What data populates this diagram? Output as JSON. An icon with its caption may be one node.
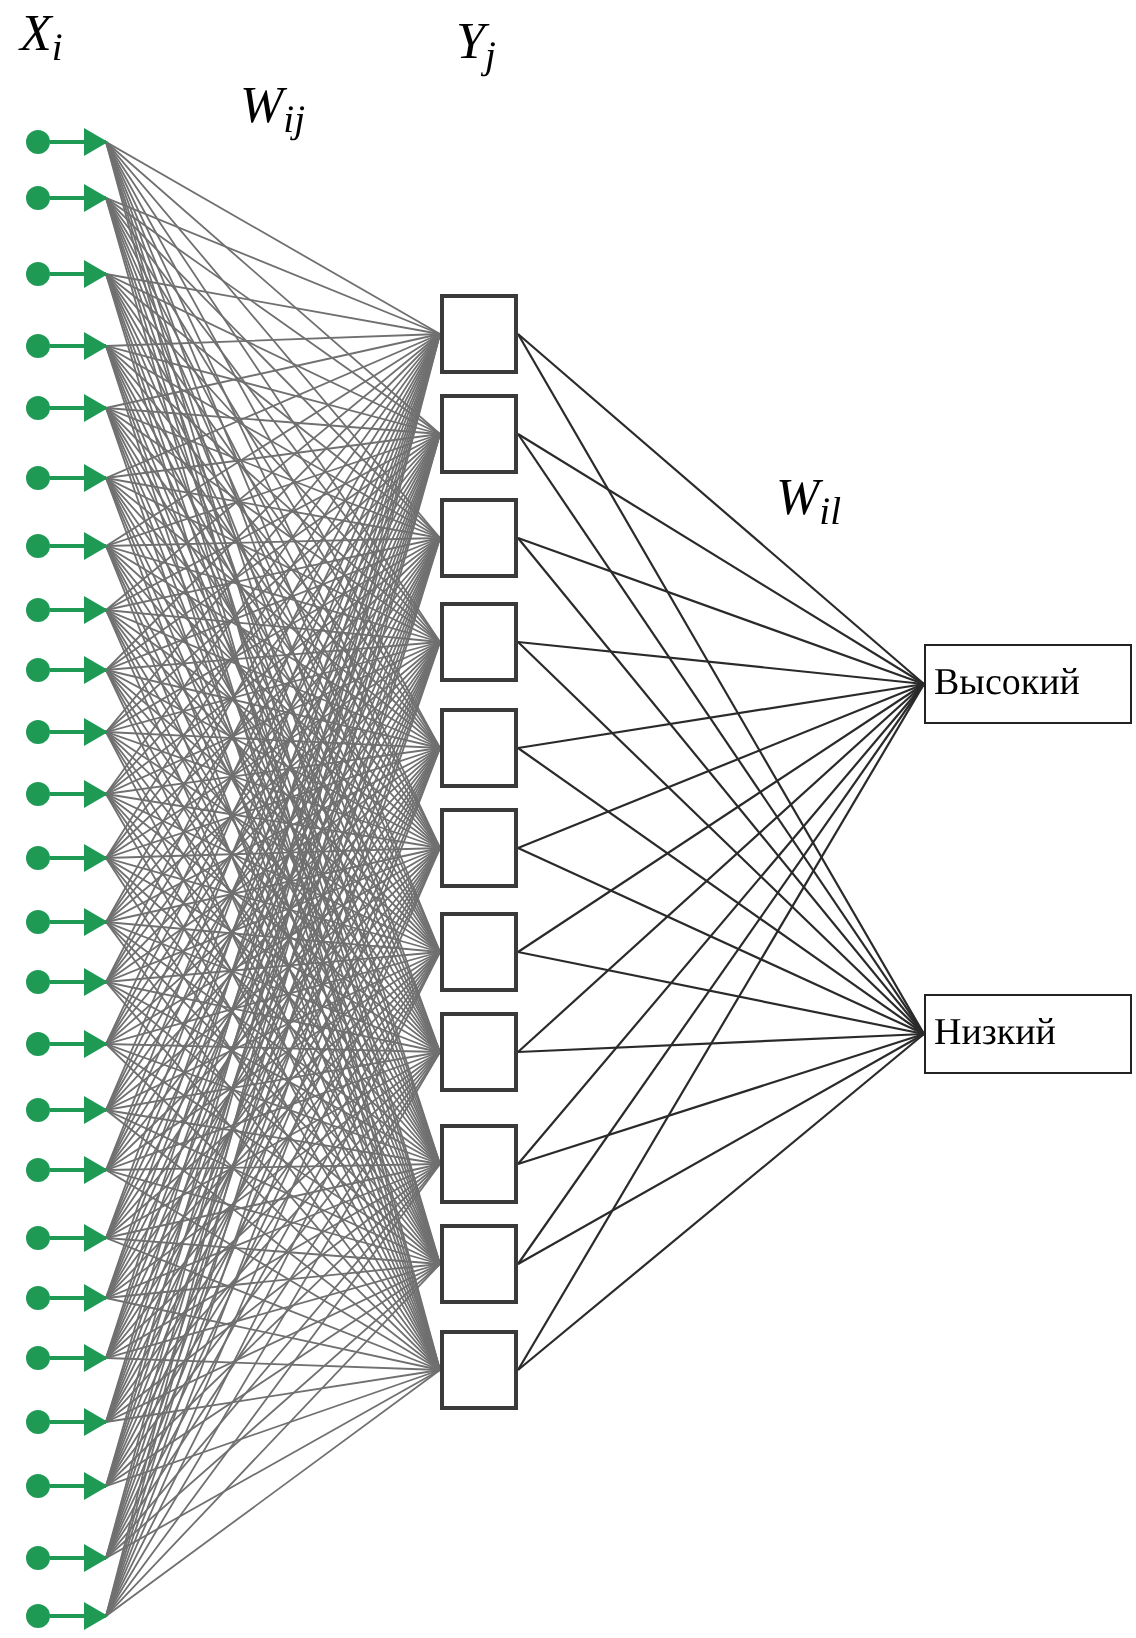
{
  "diagram": {
    "nodes": [
      {
        "text": [],
        "shape": "circle"
      },
      {
        "text": [],
        "shape": "circle"
      },
      {
        "text": [],
        "shape": "circle"
      },
      {
        "text": [],
        "shape": "circle"
      },
      {
        "text": [],
        "shape": "circle"
      },
      {
        "text": [],
        "shape": "circle"
      },
      {
        "text": [],
        "shape": "circle"
      },
      {
        "text": [],
        "shape": "circle"
      },
      {
        "text": [],
        "shape": "circle"
      },
      {
        "text": [],
        "shape": "circle"
      },
      {
        "text": [],
        "shape": "circle"
      },
      {
        "text": [],
        "shape": "circle"
      },
      {
        "text": [],
        "shape": "circle"
      },
      {
        "text": [],
        "shape": "circle"
      },
      {
        "text": [],
        "shape": "circle"
      },
      {
        "text": [],
        "shape": "circle"
      },
      {
        "text": [],
        "shape": "circle"
      },
      {
        "text": [],
        "shape": "circle"
      },
      {
        "text": [],
        "shape": "circle"
      },
      {
        "text": [],
        "shape": "circle"
      },
      {
        "text": [],
        "shape": "circle"
      },
      {
        "text": [],
        "shape": "circle"
      },
      {
        "text": [],
        "shape": "circle"
      },
      {
        "text": [],
        "shape": "circle"
      },
      {
        "text": [],
        "shape": "box"
      },
      {
        "text": [],
        "shape": "box"
      },
      {
        "text": [],
        "shape": "box"
      },
      {
        "text": [],
        "shape": "box"
      },
      {
        "text": [],
        "shape": "box"
      },
      {
        "text": [],
        "shape": "box"
      },
      {
        "text": [],
        "shape": "box"
      },
      {
        "text": [],
        "shape": "box"
      },
      {
        "text": [],
        "shape": "box"
      },
      {
        "text": [],
        "shape": "box"
      },
      {
        "text": [],
        "shape": "box"
      },
      {
        "text": [
          "Высокий"
        ]
      },
      {
        "text": [
          "Низкий"
        ]
      }
    ],
    "edges": [
      {
        "from": 0,
        "to": 24,
        "arrow": "none"
      },
      {
        "from": 0,
        "to": 25,
        "arrow": "none"
      },
      {
        "from": 0,
        "to": 26,
        "arrow": "none"
      },
      {
        "from": 0,
        "to": 27,
        "arrow": "none"
      },
      {
        "from": 0,
        "to": 28,
        "arrow": "none"
      },
      {
        "from": 0,
        "to": 29,
        "arrow": "none"
      },
      {
        "from": 0,
        "to": 30,
        "arrow": "none"
      },
      {
        "from": 0,
        "to": 31,
        "arrow": "none"
      },
      {
        "from": 0,
        "to": 32,
        "arrow": "none"
      },
      {
        "from": 0,
        "to": 33,
        "arrow": "none"
      },
      {
        "from": 0,
        "to": 34,
        "arrow": "none"
      },
      {
        "from": 1,
        "to": 24,
        "arrow": "none"
      },
      {
        "from": 1,
        "to": 25,
        "arrow": "none"
      },
      {
        "from": 1,
        "to": 26,
        "arrow": "none"
      },
      {
        "from": 1,
        "to": 27,
        "arrow": "none"
      },
      {
        "from": 1,
        "to": 28,
        "arrow": "none"
      },
      {
        "from": 1,
        "to": 29,
        "arrow": "none"
      },
      {
        "from": 1,
        "to": 30,
        "arrow": "none"
      },
      {
        "from": 1,
        "to": 31,
        "arrow": "none"
      },
      {
        "from": 1,
        "to": 32,
        "arrow": "none"
      },
      {
        "from": 1,
        "to": 33,
        "arrow": "none"
      },
      {
        "from": 1,
        "to": 34,
        "arrow": "none"
      },
      {
        "from": 2,
        "to": 24,
        "arrow": "none"
      },
      {
        "from": 2,
        "to": 25,
        "arrow": "none"
      },
      {
        "from": 2,
        "to": 26,
        "arrow": "none"
      },
      {
        "from": 2,
        "to": 27,
        "arrow": "none"
      },
      {
        "from": 2,
        "to": 28,
        "arrow": "none"
      },
      {
        "from": 2,
        "to": 29,
        "arrow": "none"
      },
      {
        "from": 2,
        "to": 30,
        "arrow": "none"
      },
      {
        "from": 2,
        "to": 31,
        "arrow": "none"
      },
      {
        "from": 2,
        "to": 32,
        "arrow": "none"
      },
      {
        "from": 2,
        "to": 33,
        "arrow": "none"
      },
      {
        "from": 2,
        "to": 34,
        "arrow": "none"
      },
      {
        "from": 3,
        "to": 24,
        "arrow": "none"
      },
      {
        "from": 3,
        "to": 25,
        "arrow": "none"
      },
      {
        "from": 3,
        "to": 26,
        "arrow": "none"
      },
      {
        "from": 3,
        "to": 27,
        "arrow": "none"
      },
      {
        "from": 3,
        "to": 28,
        "arrow": "none"
      },
      {
        "from": 3,
        "to": 29,
        "arrow": "none"
      },
      {
        "from": 3,
        "to": 30,
        "arrow": "none"
      },
      {
        "from": 3,
        "to": 31,
        "arrow": "none"
      },
      {
        "from": 3,
        "to": 32,
        "arrow": "none"
      },
      {
        "from": 3,
        "to": 33,
        "arrow": "none"
      },
      {
        "from": 3,
        "to": 34,
        "arrow": "none"
      },
      {
        "from": 4,
        "to": 24,
        "arrow": "none"
      },
      {
        "from": 4,
        "to": 25,
        "arrow": "none"
      },
      {
        "from": 4,
        "to": 26,
        "arrow": "none"
      },
      {
        "from": 4,
        "to": 27,
        "arrow": "none"
      },
      {
        "from": 4,
        "to": 28,
        "arrow": "none"
      },
      {
        "from": 4,
        "to": 29,
        "arrow": "none"
      },
      {
        "from": 4,
        "to": 30,
        "arrow": "none"
      },
      {
        "from": 4,
        "to": 31,
        "arrow": "none"
      },
      {
        "from": 4,
        "to": 32,
        "arrow": "none"
      },
      {
        "from": 4,
        "to": 33,
        "arrow": "none"
      },
      {
        "from": 4,
        "to": 34,
        "arrow": "none"
      },
      {
        "from": 5,
        "to": 24,
        "arrow": "none"
      },
      {
        "from": 5,
        "to": 25,
        "arrow": "none"
      },
      {
        "from": 5,
        "to": 26,
        "arrow": "none"
      },
      {
        "from": 5,
        "to": 27,
        "arrow": "none"
      },
      {
        "from": 5,
        "to": 28,
        "arrow": "none"
      },
      {
        "from": 5,
        "to": 29,
        "arrow": "none"
      },
      {
        "from": 5,
        "to": 30,
        "arrow": "none"
      },
      {
        "from": 5,
        "to": 31,
        "arrow": "none"
      },
      {
        "from": 5,
        "to": 32,
        "arrow": "none"
      },
      {
        "from": 5,
        "to": 33,
        "arrow": "none"
      },
      {
        "from": 5,
        "to": 34,
        "arrow": "none"
      },
      {
        "from": 6,
        "to": 24,
        "arrow": "none"
      },
      {
        "from": 6,
        "to": 25,
        "arrow": "none"
      },
      {
        "from": 6,
        "to": 26,
        "arrow": "none"
      },
      {
        "from": 6,
        "to": 27,
        "arrow": "none"
      },
      {
        "from": 6,
        "to": 28,
        "arrow": "none"
      },
      {
        "from": 6,
        "to": 29,
        "arrow": "none"
      },
      {
        "from": 6,
        "to": 30,
        "arrow": "none"
      },
      {
        "from": 6,
        "to": 31,
        "arrow": "none"
      },
      {
        "from": 6,
        "to": 32,
        "arrow": "none"
      },
      {
        "from": 6,
        "to": 33,
        "arrow": "none"
      },
      {
        "from": 6,
        "to": 34,
        "arrow": "none"
      },
      {
        "from": 7,
        "to": 24,
        "arrow": "none"
      },
      {
        "from": 7,
        "to": 25,
        "arrow": "none"
      },
      {
        "from": 7,
        "to": 26,
        "arrow": "none"
      },
      {
        "from": 7,
        "to": 27,
        "arrow": "none"
      },
      {
        "from": 7,
        "to": 28,
        "arrow": "none"
      },
      {
        "from": 7,
        "to": 29,
        "arrow": "none"
      },
      {
        "from": 7,
        "to": 30,
        "arrow": "none"
      },
      {
        "from": 7,
        "to": 31,
        "arrow": "none"
      },
      {
        "from": 7,
        "to": 32,
        "arrow": "none"
      },
      {
        "from": 7,
        "to": 33,
        "arrow": "none"
      },
      {
        "from": 7,
        "to": 34,
        "arrow": "none"
      },
      {
        "from": 8,
        "to": 24,
        "arrow": "none"
      },
      {
        "from": 8,
        "to": 25,
        "arrow": "none"
      },
      {
        "from": 8,
        "to": 26,
        "arrow": "none"
      },
      {
        "from": 8,
        "to": 27,
        "arrow": "none"
      },
      {
        "from": 8,
        "to": 28,
        "arrow": "none"
      },
      {
        "from": 8,
        "to": 29,
        "arrow": "none"
      },
      {
        "from": 8,
        "to": 30,
        "arrow": "none"
      },
      {
        "from": 8,
        "to": 31,
        "arrow": "none"
      },
      {
        "from": 8,
        "to": 32,
        "arrow": "none"
      },
      {
        "from": 8,
        "to": 33,
        "arrow": "none"
      },
      {
        "from": 8,
        "to": 34,
        "arrow": "none"
      },
      {
        "from": 9,
        "to": 24,
        "arrow": "none"
      },
      {
        "from": 9,
        "to": 25,
        "arrow": "none"
      },
      {
        "from": 9,
        "to": 26,
        "arrow": "none"
      },
      {
        "from": 9,
        "to": 27,
        "arrow": "none"
      },
      {
        "from": 9,
        "to": 28,
        "arrow": "none"
      },
      {
        "from": 9,
        "to": 29,
        "arrow": "none"
      },
      {
        "from": 9,
        "to": 30,
        "arrow": "none"
      },
      {
        "from": 9,
        "to": 31,
        "arrow": "none"
      },
      {
        "from": 9,
        "to": 32,
        "arrow": "none"
      },
      {
        "from": 9,
        "to": 33,
        "arrow": "none"
      },
      {
        "from": 9,
        "to": 34,
        "arrow": "none"
      },
      {
        "from": 10,
        "to": 24,
        "arrow": "none"
      },
      {
        "from": 10,
        "to": 25,
        "arrow": "none"
      },
      {
        "from": 10,
        "to": 26,
        "arrow": "none"
      },
      {
        "from": 10,
        "to": 27,
        "arrow": "none"
      },
      {
        "from": 10,
        "to": 28,
        "arrow": "none"
      },
      {
        "from": 10,
        "to": 29,
        "arrow": "none"
      },
      {
        "from": 10,
        "to": 30,
        "arrow": "none"
      },
      {
        "from": 10,
        "to": 31,
        "arrow": "none"
      },
      {
        "from": 10,
        "to": 32,
        "arrow": "none"
      },
      {
        "from": 10,
        "to": 33,
        "arrow": "none"
      },
      {
        "from": 10,
        "to": 34,
        "arrow": "none"
      },
      {
        "from": 11,
        "to": 24,
        "arrow": "none"
      },
      {
        "from": 11,
        "to": 25,
        "arrow": "none"
      },
      {
        "from": 11,
        "to": 26,
        "arrow": "none"
      },
      {
        "from": 11,
        "to": 27,
        "arrow": "none"
      },
      {
        "from": 11,
        "to": 28,
        "arrow": "none"
      },
      {
        "from": 11,
        "to": 29,
        "arrow": "none"
      },
      {
        "from": 11,
        "to": 30,
        "arrow": "none"
      },
      {
        "from": 11,
        "to": 31,
        "arrow": "none"
      },
      {
        "from": 11,
        "to": 32,
        "arrow": "none"
      },
      {
        "from": 11,
        "to": 33,
        "arrow": "none"
      },
      {
        "from": 11,
        "to": 34,
        "arrow": "none"
      },
      {
        "from": 12,
        "to": 24,
        "arrow": "none"
      },
      {
        "from": 12,
        "to": 25,
        "arrow": "none"
      },
      {
        "from": 12,
        "to": 26,
        "arrow": "none"
      },
      {
        "from": 12,
        "to": 27,
        "arrow": "none"
      },
      {
        "from": 12,
        "to": 28,
        "arrow": "none"
      },
      {
        "from": 12,
        "to": 29,
        "arrow": "none"
      },
      {
        "from": 12,
        "to": 30,
        "arrow": "none"
      },
      {
        "from": 12,
        "to": 31,
        "arrow": "none"
      },
      {
        "from": 12,
        "to": 32,
        "arrow": "none"
      },
      {
        "from": 12,
        "to": 33,
        "arrow": "none"
      },
      {
        "from": 12,
        "to": 34,
        "arrow": "none"
      },
      {
        "from": 13,
        "to": 24,
        "arrow": "none"
      },
      {
        "from": 13,
        "to": 25,
        "arrow": "none"
      },
      {
        "from": 13,
        "to": 26,
        "arrow": "none"
      },
      {
        "from": 13,
        "to": 27,
        "arrow": "none"
      },
      {
        "from": 13,
        "to": 28,
        "arrow": "none"
      },
      {
        "from": 13,
        "to": 29,
        "arrow": "none"
      },
      {
        "from": 13,
        "to": 30,
        "arrow": "none"
      },
      {
        "from": 13,
        "to": 31,
        "arrow": "none"
      },
      {
        "from": 13,
        "to": 32,
        "arrow": "none"
      },
      {
        "from": 13,
        "to": 33,
        "arrow": "none"
      },
      {
        "from": 13,
        "to": 34,
        "arrow": "none"
      },
      {
        "from": 14,
        "to": 24,
        "arrow": "none"
      },
      {
        "from": 14,
        "to": 25,
        "arrow": "none"
      },
      {
        "from": 14,
        "to": 26,
        "arrow": "none"
      },
      {
        "from": 14,
        "to": 27,
        "arrow": "none"
      },
      {
        "from": 14,
        "to": 28,
        "arrow": "none"
      },
      {
        "from": 14,
        "to": 29,
        "arrow": "none"
      },
      {
        "from": 14,
        "to": 30,
        "arrow": "none"
      },
      {
        "from": 14,
        "to": 31,
        "arrow": "none"
      },
      {
        "from": 14,
        "to": 32,
        "arrow": "none"
      },
      {
        "from": 14,
        "to": 33,
        "arrow": "none"
      },
      {
        "from": 14,
        "to": 34,
        "arrow": "none"
      },
      {
        "from": 15,
        "to": 24,
        "arrow": "none"
      },
      {
        "from": 15,
        "to": 25,
        "arrow": "none"
      },
      {
        "from": 15,
        "to": 26,
        "arrow": "none"
      },
      {
        "from": 15,
        "to": 27,
        "arrow": "none"
      },
      {
        "from": 15,
        "to": 28,
        "arrow": "none"
      },
      {
        "from": 15,
        "to": 29,
        "arrow": "none"
      },
      {
        "from": 15,
        "to": 30,
        "arrow": "none"
      },
      {
        "from": 15,
        "to": 31,
        "arrow": "none"
      },
      {
        "from": 15,
        "to": 32,
        "arrow": "none"
      },
      {
        "from": 15,
        "to": 33,
        "arrow": "none"
      },
      {
        "from": 15,
        "to": 34,
        "arrow": "none"
      },
      {
        "from": 16,
        "to": 24,
        "arrow": "none"
      },
      {
        "from": 16,
        "to": 25,
        "arrow": "none"
      },
      {
        "from": 16,
        "to": 26,
        "arrow": "none"
      },
      {
        "from": 16,
        "to": 27,
        "arrow": "none"
      },
      {
        "from": 16,
        "to": 28,
        "arrow": "none"
      },
      {
        "from": 16,
        "to": 29,
        "arrow": "none"
      },
      {
        "from": 16,
        "to": 30,
        "arrow": "none"
      },
      {
        "from": 16,
        "to": 31,
        "arrow": "none"
      },
      {
        "from": 16,
        "to": 32,
        "arrow": "none"
      },
      {
        "from": 16,
        "to": 33,
        "arrow": "none"
      },
      {
        "from": 16,
        "to": 34,
        "arrow": "none"
      },
      {
        "from": 17,
        "to": 24,
        "arrow": "none"
      },
      {
        "from": 17,
        "to": 25,
        "arrow": "none"
      },
      {
        "from": 17,
        "to": 26,
        "arrow": "none"
      },
      {
        "from": 17,
        "to": 27,
        "arrow": "none"
      },
      {
        "from": 17,
        "to": 28,
        "arrow": "none"
      },
      {
        "from": 17,
        "to": 29,
        "arrow": "none"
      },
      {
        "from": 17,
        "to": 30,
        "arrow": "none"
      },
      {
        "from": 17,
        "to": 31,
        "arrow": "none"
      },
      {
        "from": 17,
        "to": 32,
        "arrow": "none"
      },
      {
        "from": 17,
        "to": 33,
        "arrow": "none"
      },
      {
        "from": 17,
        "to": 34,
        "arrow": "none"
      },
      {
        "from": 18,
        "to": 24,
        "arrow": "none"
      },
      {
        "from": 18,
        "to": 25,
        "arrow": "none"
      },
      {
        "from": 18,
        "to": 26,
        "arrow": "none"
      },
      {
        "from": 18,
        "to": 27,
        "arrow": "none"
      },
      {
        "from": 18,
        "to": 28,
        "arrow": "none"
      },
      {
        "from": 18,
        "to": 29,
        "arrow": "none"
      },
      {
        "from": 18,
        "to": 30,
        "arrow": "none"
      },
      {
        "from": 18,
        "to": 31,
        "arrow": "none"
      },
      {
        "from": 18,
        "to": 32,
        "arrow": "none"
      },
      {
        "from": 18,
        "to": 33,
        "arrow": "none"
      },
      {
        "from": 18,
        "to": 34,
        "arrow": "none"
      },
      {
        "from": 19,
        "to": 24,
        "arrow": "none"
      },
      {
        "from": 19,
        "to": 25,
        "arrow": "none"
      },
      {
        "from": 19,
        "to": 26,
        "arrow": "none"
      },
      {
        "from": 19,
        "to": 27,
        "arrow": "none"
      },
      {
        "from": 19,
        "to": 28,
        "arrow": "none"
      },
      {
        "from": 19,
        "to": 29,
        "arrow": "none"
      },
      {
        "from": 19,
        "to": 30,
        "arrow": "none"
      },
      {
        "from": 19,
        "to": 31,
        "arrow": "none"
      },
      {
        "from": 19,
        "to": 32,
        "arrow": "none"
      },
      {
        "from": 19,
        "to": 33,
        "arrow": "none"
      },
      {
        "from": 19,
        "to": 34,
        "arrow": "none"
      },
      {
        "from": 20,
        "to": 24,
        "arrow": "none"
      },
      {
        "from": 20,
        "to": 25,
        "arrow": "none"
      },
      {
        "from": 20,
        "to": 26,
        "arrow": "none"
      },
      {
        "from": 20,
        "to": 27,
        "arrow": "none"
      },
      {
        "from": 20,
        "to": 28,
        "arrow": "none"
      },
      {
        "from": 20,
        "to": 29,
        "arrow": "none"
      },
      {
        "from": 20,
        "to": 30,
        "arrow": "none"
      },
      {
        "from": 20,
        "to": 31,
        "arrow": "none"
      },
      {
        "from": 20,
        "to": 32,
        "arrow": "none"
      },
      {
        "from": 20,
        "to": 33,
        "arrow": "none"
      },
      {
        "from": 20,
        "to": 34,
        "arrow": "none"
      },
      {
        "from": 21,
        "to": 24,
        "arrow": "none"
      },
      {
        "from": 21,
        "to": 25,
        "arrow": "none"
      },
      {
        "from": 21,
        "to": 26,
        "arrow": "none"
      },
      {
        "from": 21,
        "to": 27,
        "arrow": "none"
      },
      {
        "from": 21,
        "to": 28,
        "arrow": "none"
      },
      {
        "from": 21,
        "to": 29,
        "arrow": "none"
      },
      {
        "from": 21,
        "to": 30,
        "arrow": "none"
      },
      {
        "from": 21,
        "to": 31,
        "arrow": "none"
      },
      {
        "from": 21,
        "to": 32,
        "arrow": "none"
      },
      {
        "from": 21,
        "to": 33,
        "arrow": "none"
      },
      {
        "from": 21,
        "to": 34,
        "arrow": "none"
      },
      {
        "from": 22,
        "to": 24,
        "arrow": "none"
      },
      {
        "from": 22,
        "to": 25,
        "arrow": "none"
      },
      {
        "from": 22,
        "to": 26,
        "arrow": "none"
      },
      {
        "from": 22,
        "to": 27,
        "arrow": "none"
      },
      {
        "from": 22,
        "to": 28,
        "arrow": "none"
      },
      {
        "from": 22,
        "to": 29,
        "arrow": "none"
      },
      {
        "from": 22,
        "to": 30,
        "arrow": "none"
      },
      {
        "from": 22,
        "to": 31,
        "arrow": "none"
      },
      {
        "from": 22,
        "to": 32,
        "arrow": "none"
      },
      {
        "from": 22,
        "to": 33,
        "arrow": "none"
      },
      {
        "from": 22,
        "to": 34,
        "arrow": "none"
      },
      {
        "from": 23,
        "to": 24,
        "arrow": "none"
      },
      {
        "from": 23,
        "to": 25,
        "arrow": "none"
      },
      {
        "from": 23,
        "to": 26,
        "arrow": "none"
      },
      {
        "from": 23,
        "to": 27,
        "arrow": "none"
      },
      {
        "from": 23,
        "to": 28,
        "arrow": "none"
      },
      {
        "from": 23,
        "to": 29,
        "arrow": "none"
      },
      {
        "from": 23,
        "to": 30,
        "arrow": "none"
      },
      {
        "from": 23,
        "to": 31,
        "arrow": "none"
      },
      {
        "from": 23,
        "to": 32,
        "arrow": "none"
      },
      {
        "from": 23,
        "to": 33,
        "arrow": "none"
      },
      {
        "from": 23,
        "to": 34,
        "arrow": "none"
      },
      {
        "from": 24,
        "to": 35,
        "arrow": "none"
      },
      {
        "from": 24,
        "to": 36,
        "arrow": "none"
      },
      {
        "from": 25,
        "to": 35,
        "arrow": "none"
      },
      {
        "from": 25,
        "to": 36,
        "arrow": "none"
      },
      {
        "from": 26,
        "to": 35,
        "arrow": "none"
      },
      {
        "from": 26,
        "to": 36,
        "arrow": "none"
      },
      {
        "from": 27,
        "to": 35,
        "arrow": "none"
      },
      {
        "from": 27,
        "to": 36,
        "arrow": "none"
      },
      {
        "from": 28,
        "to": 35,
        "arrow": "none"
      },
      {
        "from": 28,
        "to": 36,
        "arrow": "none"
      },
      {
        "from": 29,
        "to": 35,
        "arrow": "none"
      },
      {
        "from": 29,
        "to": 36,
        "arrow": "none"
      },
      {
        "from": 30,
        "to": 35,
        "arrow": "none"
      },
      {
        "from": 30,
        "to": 36,
        "arrow": "none"
      },
      {
        "from": 31,
        "to": 35,
        "arrow": "none"
      },
      {
        "from": 31,
        "to": 36,
        "arrow": "none"
      },
      {
        "from": 32,
        "to": 35,
        "arrow": "none"
      },
      {
        "from": 32,
        "to": 36,
        "arrow": "none"
      },
      {
        "from": 33,
        "to": 35,
        "arrow": "none"
      },
      {
        "from": 33,
        "to": 36,
        "arrow": "none"
      },
      {
        "from": 34,
        "to": 35,
        "arrow": "none"
      },
      {
        "from": 34,
        "to": 36,
        "arrow": "none"
      },
      {
        "from": 0,
        "to": null,
        "arrow": "to"
      },
      {
        "from": 1,
        "to": null,
        "arrow": "to"
      },
      {
        "from": 2,
        "to": null,
        "arrow": "to"
      },
      {
        "from": 3,
        "to": null,
        "arrow": "to"
      },
      {
        "from": 4,
        "to": null,
        "arrow": "to"
      },
      {
        "from": 5,
        "to": null,
        "arrow": "to"
      },
      {
        "from": 6,
        "to": null,
        "arrow": "to"
      },
      {
        "from": 7,
        "to": null,
        "arrow": "to"
      },
      {
        "from": 8,
        "to": null,
        "arrow": "to"
      },
      {
        "from": 9,
        "to": null,
        "arrow": "to"
      },
      {
        "from": 10,
        "to": null,
        "arrow": "to"
      },
      {
        "from": 11,
        "to": null,
        "arrow": "to"
      },
      {
        "from": 12,
        "to": null,
        "arrow": "to"
      },
      {
        "from": 13,
        "to": null,
        "arrow": "to"
      },
      {
        "from": 14,
        "to": null,
        "arrow": "to"
      },
      {
        "from": 15,
        "to": null,
        "arrow": "to"
      },
      {
        "from": 16,
        "to": null,
        "arrow": "to"
      },
      {
        "from": 17,
        "to": null,
        "arrow": "to"
      },
      {
        "from": 18,
        "to": null,
        "arrow": "to"
      },
      {
        "from": 19,
        "to": null,
        "arrow": "to"
      },
      {
        "from": 20,
        "to": null,
        "arrow": "to"
      },
      {
        "from": 21,
        "to": null,
        "arrow": "to"
      },
      {
        "from": 22,
        "to": null,
        "arrow": "to"
      },
      {
        "from": 23,
        "to": null,
        "arrow": "to"
      }
    ],
    "labels": [
      "X$_{i}$",
      "W$_{ij}$",
      "Y$_{j}$",
      "W$_{il}$"
    ]
  }
}
